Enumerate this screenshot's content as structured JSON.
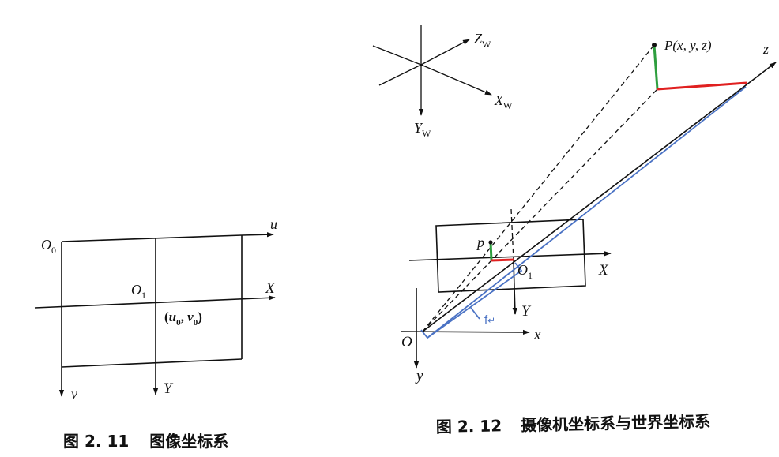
{
  "fig211": {
    "origin": "O",
    "origin_sub": "0",
    "center": "O",
    "center_sub": "1",
    "u": "u",
    "v": "v",
    "X": "X",
    "Y": "Y",
    "point_open": "(",
    "u0": "u",
    "u0_sub": "0",
    "comma": ", ",
    "v0": "v",
    "v0_sub": "0",
    "point_close": ")",
    "caption_num": "图 2. 11",
    "caption_text": "图像坐标系"
  },
  "fig212": {
    "Zw": "Z",
    "Zw_sub": "W",
    "Xw": "X",
    "Xw_sub": "W",
    "Yw": "Y",
    "Yw_sub": "W",
    "P": "P(x, y, z)",
    "z": "z",
    "p": "p",
    "O1": "O",
    "O1_sub": "1",
    "X": "X",
    "Y": "Y",
    "O": "O",
    "x": "x",
    "y": "y",
    "f": "f",
    "f_mark": "↵",
    "caption_num": "图 2. 12",
    "caption_text": "摄像机坐标系与世界坐标系"
  },
  "colors": {
    "green": "#2e9e3e",
    "red": "#e02020",
    "blue": "#4a72c4",
    "ink": "#111111"
  }
}
